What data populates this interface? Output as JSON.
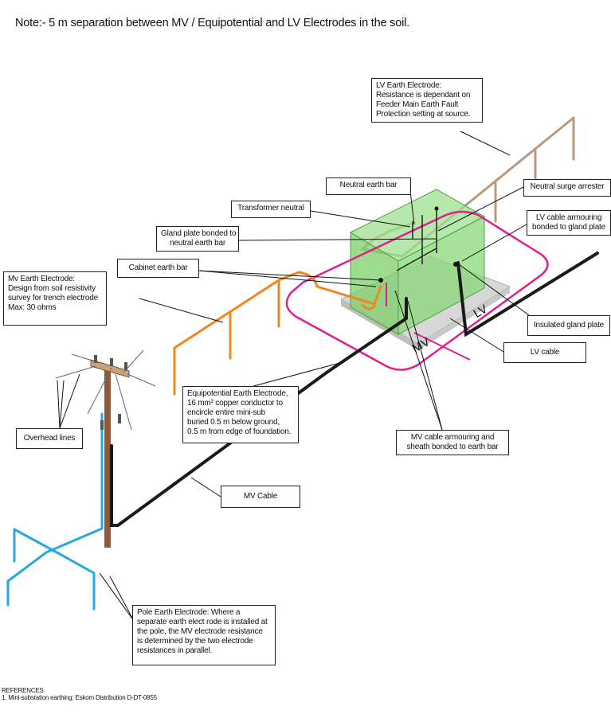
{
  "note": "Note:- 5 m separation between MV / Equipotential and LV Electrodes in the soil.",
  "callouts": {
    "lv_earth_electrode": [
      "LV Earth Electrode:",
      "Resistance is dependant on",
      "Feeder Main Earth Fault",
      "Protection setting at source."
    ],
    "neutral_earth_bar": [
      "Neutral earth bar"
    ],
    "neutral_surge_arrester": [
      "Neutral surge arrester"
    ],
    "transformer_neutral": [
      "Transformer neutral"
    ],
    "lv_cable_armouring": [
      "LV cable armouring",
      "bonded to gland plate"
    ],
    "gland_plate_bonded": [
      "Gland plate bonded to",
      "neutral earth bar"
    ],
    "cabinet_earth_bar": [
      "Cabinet earth bar"
    ],
    "mv_earth_electrode": [
      "Mv Earth Electrode:",
      "Design from soil resistivity",
      "survey for trench electrode",
      "Max: 30 ohms"
    ],
    "insulated_gland_plate": [
      "Insulated gland plate"
    ],
    "lv_cable": [
      "LV cable"
    ],
    "overhead_lines": [
      "Overhead lines"
    ],
    "equipotential_earth_electrode": [
      "Equipotential Earth Electrode,",
      "16 mm² copper conductor to",
      "encircle entire mini-sub",
      "buried 0.5 m below ground,",
      "0.5 m from edge of foundation."
    ],
    "mv_cable_armouring": [
      "MV cable armouring and",
      "sheath bonded to earth bar"
    ],
    "mv_cable": [
      "MV Cable"
    ],
    "pole_earth_electrode": [
      "Pole Earth Electrode: Where a",
      "separate earth elect rode is installed at",
      "the pole, the MV electrode resistance",
      "is determined by the two electrode",
      "resistances in parallel."
    ]
  },
  "tags": {
    "lv": "LV",
    "mv": "MV"
  },
  "references": [
    "REFERENCES",
    "1. Mini-substation earthing: Eskom Distribution D-DT-0855"
  ],
  "colors": {
    "lv_electrode": "#b59a7c",
    "mv_electrode": "#f0861f",
    "equipotential_ring": "#e01f8f",
    "pole_electrode": "#2aa6e0",
    "cable": "#1a1a1a",
    "enclosure": "#7fd36e",
    "pole": "#8b5a3c"
  }
}
